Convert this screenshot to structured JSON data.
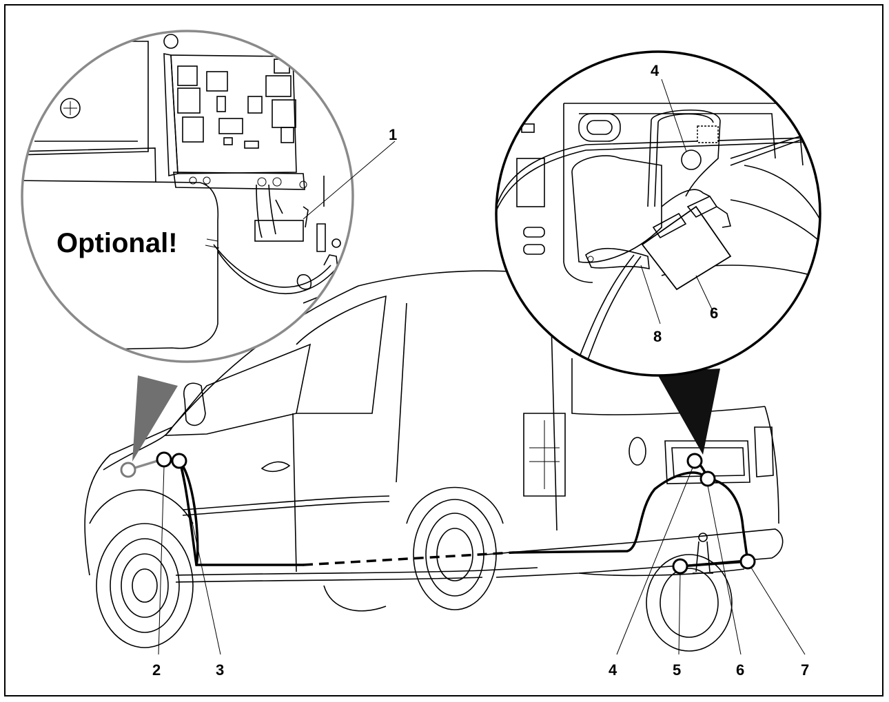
{
  "figure": {
    "optional_label": "Optional!",
    "callouts": {
      "left_1": "1",
      "left_2": "2",
      "left_3": "3",
      "right_4_top": "4",
      "right_6_detail": "6",
      "right_8": "8",
      "bottom_4": "4",
      "bottom_5": "5",
      "bottom_6": "6",
      "bottom_7": "7"
    },
    "colors": {
      "line": "#000000",
      "ring_grey": "#8a8a8a",
      "pointer_dark_grey": "#707070",
      "pointer_black": "#111111"
    }
  }
}
